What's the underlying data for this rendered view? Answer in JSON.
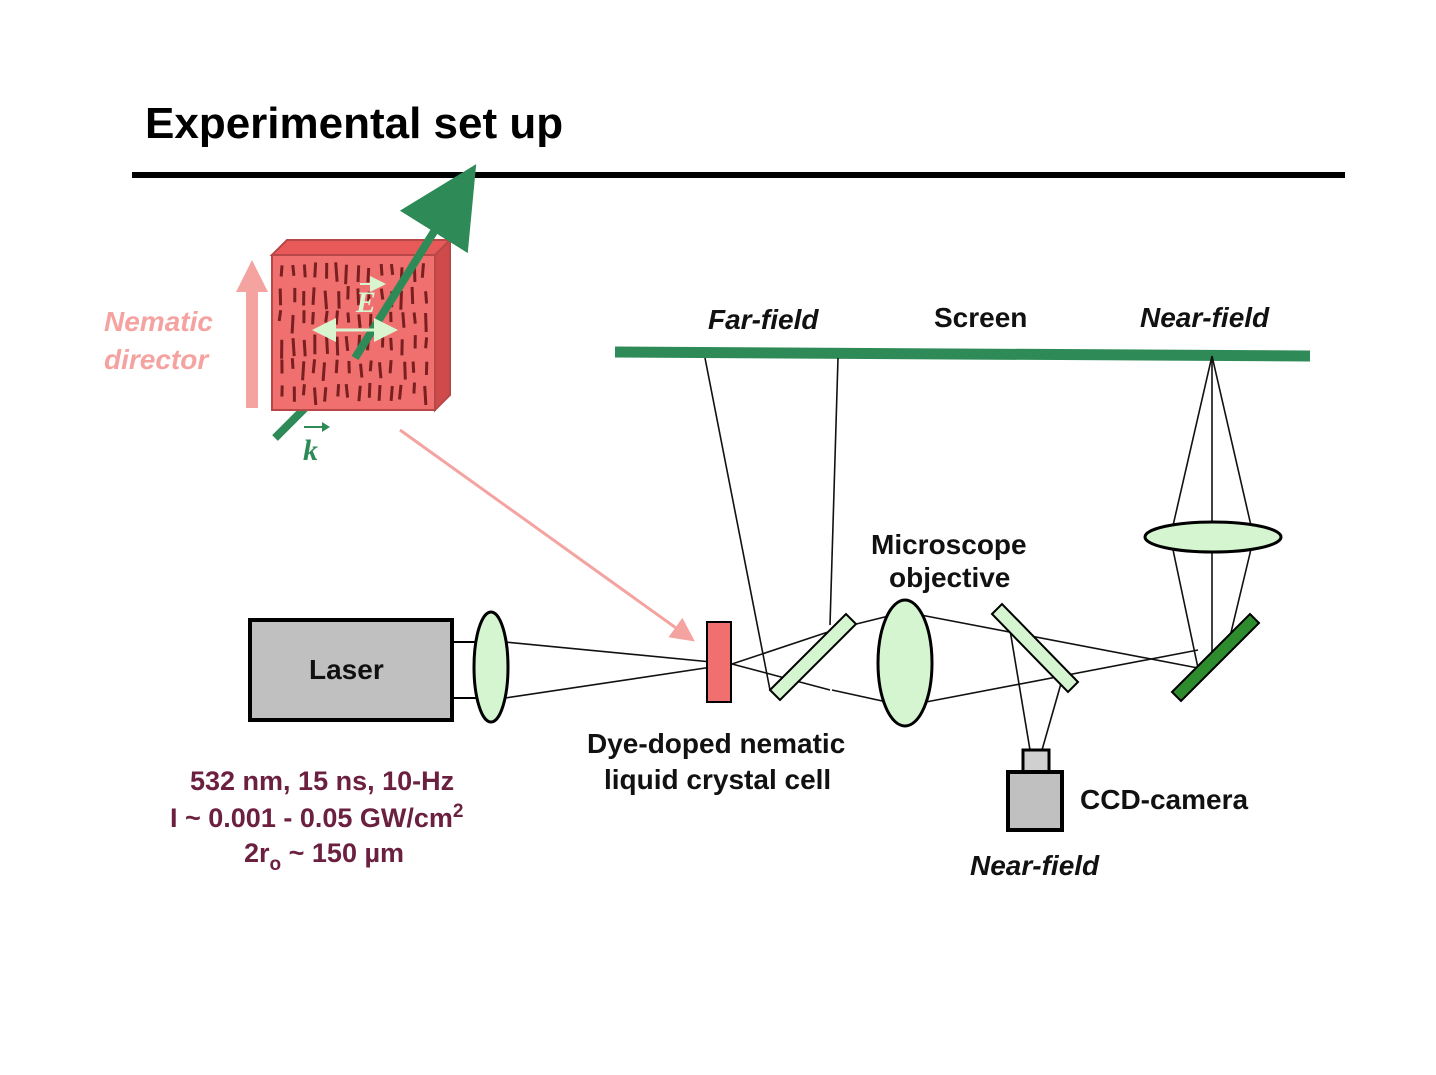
{
  "title": "Experimental set up",
  "labels": {
    "nematic_director_1": "Nematic",
    "nematic_director_2": "director",
    "vector_E": "E",
    "vector_k": "k",
    "far_field": "Far-field",
    "screen": "Screen",
    "near_field_top": "Near-field",
    "microscope_1": "Microscope",
    "microscope_2": "objective",
    "laser": "Laser",
    "cell_1": "Dye-doped nematic",
    "cell_2": "liquid crystal cell",
    "ccd_camera": "CCD-camera",
    "near_field_bottom": "Near-field"
  },
  "laser_specs": {
    "line1": "532 nm, 15 ns, 10-Hz",
    "line2_prefix": "I ~ 0.001 - 0.05 GW/cm",
    "line2_sup": "2",
    "line3_prefix": "2r",
    "line3_sub": "o",
    "line3_suffix": " ~ 150 µm"
  },
  "colors": {
    "green": "#2e8b57",
    "pink": "#f4a3a0",
    "cell_red": "#f07070",
    "lens_fill": "#d4f5d0",
    "laser_gray": "#c0c0c0",
    "spec_text": "#6b2040"
  }
}
